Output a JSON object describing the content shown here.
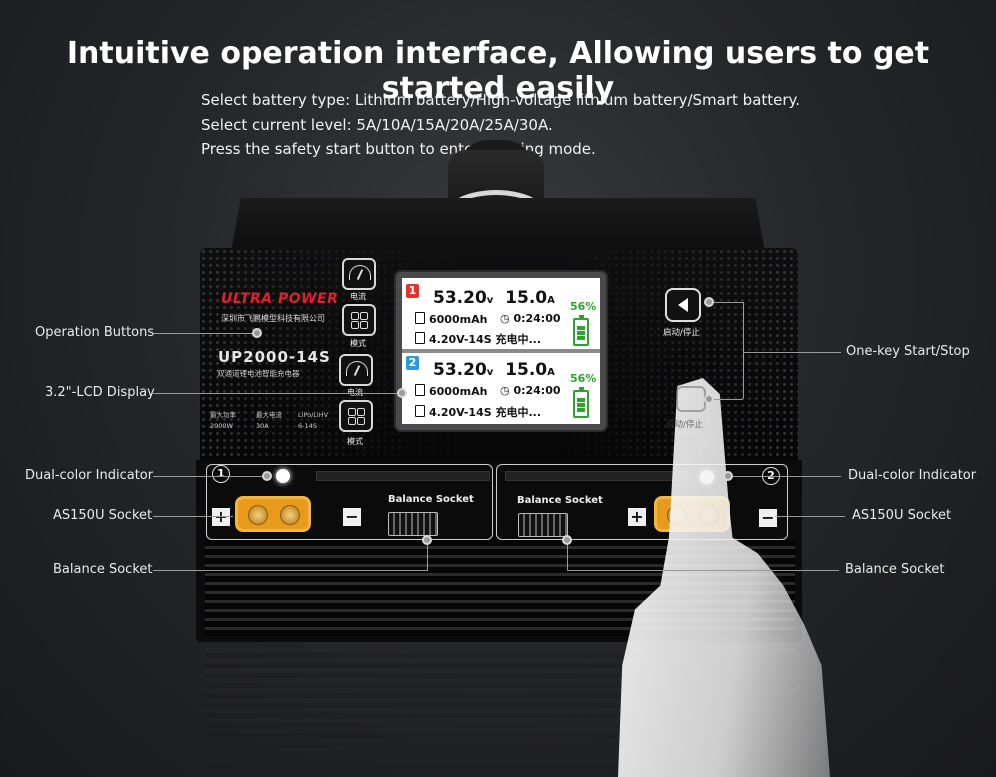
{
  "headline": "Intuitive operation interface, Allowing users to get started easily",
  "intro": [
    "Select battery type: Lithium battery/High-voltage lithium battery/Smart battery.",
    "Select current level: 5A/10A/15A/20A/25A/30A.",
    "Press the safety start button to enter working mode."
  ],
  "device": {
    "brand": "ULTRA POWER",
    "company": "深圳市飞鹏模型科技有限公司",
    "model": "UP2000-14S",
    "model_sub": "双通道锂电池智能充电器",
    "specs": [
      {
        "label": "最大功率",
        "value": "2000W"
      },
      {
        "label": "最大电流",
        "value": "30A"
      },
      {
        "label": "LiPo/LiHV",
        "value": "6-14S"
      }
    ],
    "button_current_label": "电流",
    "button_mode_label": "模式",
    "start_label": "启动/停止",
    "balance_socket_label": "Balance Socket",
    "lcd": {
      "channels": [
        {
          "number": "1",
          "color": "#e5322d",
          "voltage": "53.20",
          "voltage_unit": "v",
          "current": "15.0",
          "current_unit": "A",
          "capacity": "6000mAh",
          "time": "0:24:00",
          "battery": "4.20V-14S",
          "status": "充电中...",
          "percent": "56%",
          "level": 0.56
        },
        {
          "number": "2",
          "color": "#2a9ad8",
          "voltage": "53.20",
          "voltage_unit": "v",
          "current": "15.0",
          "current_unit": "A",
          "capacity": "6000mAh",
          "time": "0:24:00",
          "battery": "4.20V-14S",
          "status": "充电中...",
          "percent": "56%",
          "level": 0.56
        }
      ]
    },
    "bays": [
      {
        "number": "1"
      },
      {
        "number": "2"
      }
    ]
  },
  "callouts": {
    "operation_buttons": "Operation Buttons",
    "lcd_display": "3.2\"-LCD Display",
    "dual_color_left": "Dual-color Indicator",
    "as150u_left": "AS150U Socket",
    "balance_left": "Balance Socket",
    "one_key": "One-key Start/Stop",
    "dual_color_right": "Dual-color Indicator",
    "as150u_right": "AS150U Socket",
    "balance_right": "Balance Socket"
  },
  "colors": {
    "background": "#26272a",
    "xt_connector": "#e89a1c",
    "battery_green": "#2aa52e",
    "brand_red": "#e21f2a"
  }
}
